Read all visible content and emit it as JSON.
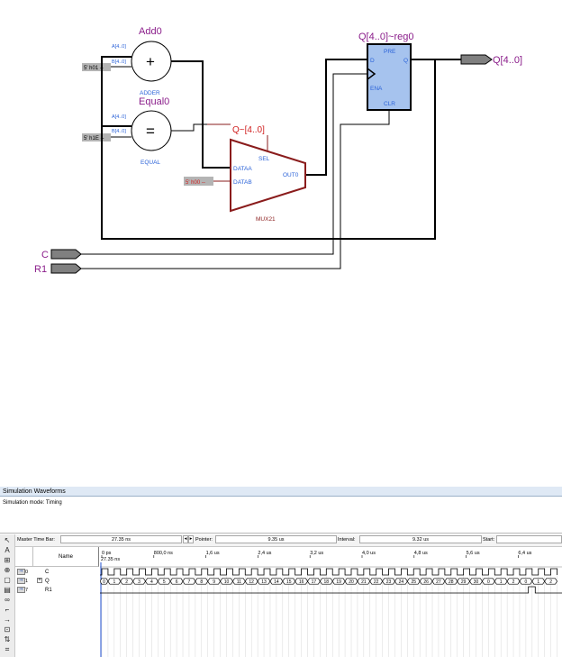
{
  "schematic": {
    "add_title": "Add0",
    "add_symbol": "+",
    "add_caption": "ADDER",
    "add_pin_a": "A[4..0]",
    "add_pin_b": "B[4..0]",
    "add_const": "5' h01 --",
    "eq_title": "Equal0",
    "eq_symbol": "=",
    "eq_caption": "EQUAL",
    "eq_pin_a": "A[4..0]",
    "eq_pin_b": "B[4..0]",
    "eq_const": "5' h1E --",
    "mux_input_label": "Q~[4..0]",
    "mux_sel": "SEL",
    "mux_dataa": "DATAA",
    "mux_datab": "DATAB",
    "mux_out": "OUT0",
    "mux_caption": "MUX21",
    "mux_const": "5' h00 --",
    "reg_title": "Q[4..0]~reg0",
    "reg_pre": "PRE",
    "reg_d": "D",
    "reg_q": "Q",
    "reg_ena": "ENA",
    "reg_clr": "CLR",
    "out_pin": "Q[4..0]",
    "in_c": "C",
    "in_r1": "R1"
  },
  "colors": {
    "title_purple": "#8a1c8a",
    "pin_blue": "#2a62d8",
    "mux_red": "#8a1c1c",
    "reg_fill": "#a6c3ee",
    "const_gray": "#b4b4b4",
    "const_red_text": "#d02020"
  },
  "sim": {
    "title": "Simulation Waveforms",
    "mode": "Simulation mode: Timing",
    "master_label": "Master Time Bar:",
    "master_value": "27.35 ns",
    "pointer_label": "Pointer:",
    "pointer_value": "9.35 us",
    "interval_label": "Interval:",
    "interval_value": "9.32 us",
    "start_label": "Start:",
    "start_value": "",
    "name_header": "Name",
    "time_ticks": [
      "0 ps",
      "800,0 ns",
      "1,6 us",
      "2,4 us",
      "3,2 us",
      "4,0 us",
      "4,8 us",
      "5,6 us",
      "6,4 us"
    ],
    "cursor_label": "27.35 ns",
    "signals": [
      {
        "index": "0",
        "name": "C",
        "expand": ""
      },
      {
        "index": "1",
        "name": "Q",
        "expand": "+"
      },
      {
        "index": "7",
        "name": "R1",
        "expand": ""
      }
    ],
    "bus_values": [
      "0",
      "1",
      "2",
      "3",
      "4",
      "5",
      "6",
      "7",
      "8",
      "9",
      "10",
      "11",
      "12",
      "13",
      "14",
      "15",
      "16",
      "17",
      "18",
      "19",
      "20",
      "21",
      "22",
      "23",
      "24",
      "25",
      "26",
      "27",
      "28",
      "29",
      "30",
      "0",
      "1",
      "2",
      "0",
      "1",
      "2"
    ],
    "tools": [
      "pointer-icon",
      "text-icon",
      "edit-icon",
      "zoom-icon",
      "fullscreen-icon",
      "find-icon",
      "replace-icon",
      "binoculars-icon",
      "assign-icon",
      "arrow-icon",
      "overwrite-icon",
      "sort-icon"
    ]
  }
}
